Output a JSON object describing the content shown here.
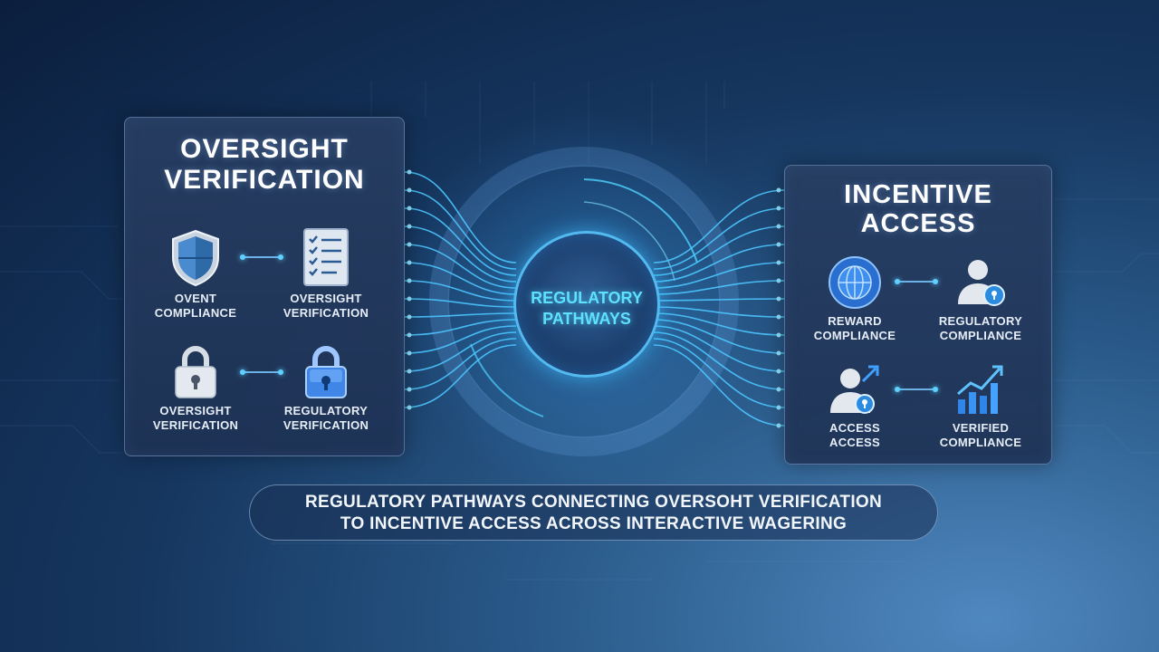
{
  "left_panel": {
    "title": "OVERSIGHT VERIFICATION",
    "items": [
      {
        "label": "OVENT COMPLIANCE",
        "icon": "shield-icon"
      },
      {
        "label": "OVERSIGHT VERIFICATION",
        "icon": "checklist-icon"
      },
      {
        "label": "OVERSIGHT VERIFICATION",
        "icon": "padlock-icon"
      },
      {
        "label": "REGULATORY VERIFICATION",
        "icon": "glowing-padlock-icon"
      }
    ]
  },
  "center": {
    "label": "REGULATORY PATHWAYS"
  },
  "right_panel": {
    "title": "INCENTIVE ACCESS",
    "items": [
      {
        "label": "REWARD COMPLIANCE",
        "icon": "globe-icon"
      },
      {
        "label": "REGULATORY COMPLIANCE",
        "icon": "user-lock-icon"
      },
      {
        "label": "ACCESS ACCESS",
        "icon": "user-growth-icon"
      },
      {
        "label": "VERIFIED COMPLIANCE",
        "icon": "bar-chart-icon"
      }
    ]
  },
  "caption": "REGULATORY PATHWAYS CONNECTING OVERSOHT VERIFICATION TO INCENTIVE ACCESS ACROSS INTERACTIVE WAGERING",
  "colors": {
    "accent": "#5ee0ff",
    "background": "#0b1e3d",
    "panel": "#283e62"
  }
}
